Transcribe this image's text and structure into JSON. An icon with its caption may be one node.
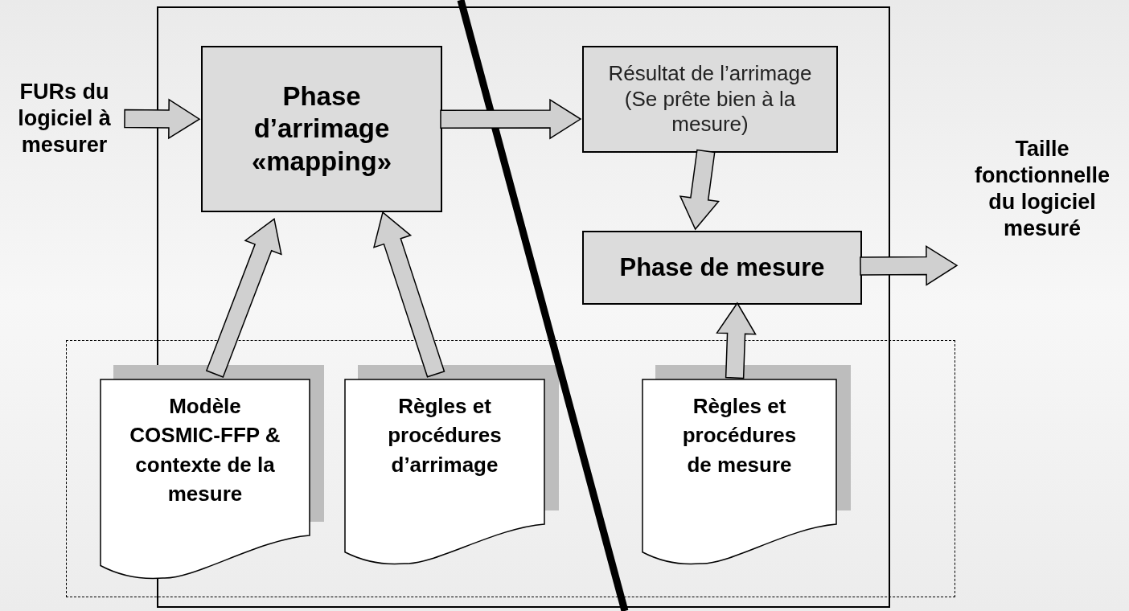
{
  "diagram": {
    "nodes": [
      {
        "text": [],
        "shape": "box"
      },
      {
        "text": [],
        "shape": "box"
      },
      {
        "text": [
          "FURs du logiciel à mesurer"
        ]
      },
      {
        "text": [
          "Phase d’arrimage «mapping»"
        ],
        "in": 0
      },
      {
        "text": [
          "Résultat de l’arrimage (Se prête bien à la mesure)"
        ],
        "in": 0
      },
      {
        "text": [
          "Phase de mesure"
        ],
        "in": 0
      },
      {
        "text": [
          "Taille fonctionnelle du logiciel mesuré"
        ]
      },
      {
        "text": [
          "Modèle COSMIC-FFP & contexte de la mesure"
        ],
        "in": 1
      },
      {
        "text": [
          "Règles et procédures d’arrimage"
        ],
        "in": 1
      },
      {
        "text": [
          "Règles et procédures de mesure"
        ],
        "in": 1
      }
    ],
    "edges": [
      {
        "from": 2,
        "to": 3,
        "arrow": "to"
      },
      {
        "from": 3,
        "to": 4,
        "arrow": "to"
      },
      {
        "from": 4,
        "to": 5,
        "arrow": "to"
      },
      {
        "from": 5,
        "to": 6,
        "arrow": "to"
      },
      {
        "from": 7,
        "to": 3,
        "arrow": "to"
      },
      {
        "from": 8,
        "to": 3,
        "arrow": "to"
      },
      {
        "from": 9,
        "to": 5,
        "arrow": "to"
      }
    ]
  }
}
